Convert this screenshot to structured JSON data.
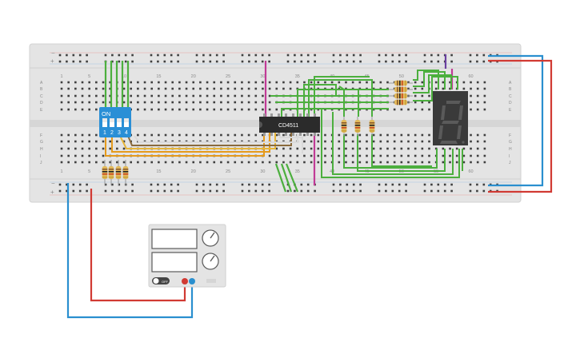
{
  "breadboard": {
    "column_numbers": [
      "1",
      "5",
      "10",
      "15",
      "20",
      "25",
      "30",
      "35",
      "40",
      "45",
      "50",
      "55",
      "60"
    ],
    "row_letters_top": [
      "A",
      "B",
      "C",
      "D",
      "E"
    ],
    "row_letters_bottom": [
      "F",
      "G",
      "H",
      "I",
      "J"
    ],
    "rail_plus": "+",
    "rail_minus": "−"
  },
  "dip_switch": {
    "label": "ON",
    "positions": [
      "1",
      "2",
      "3",
      "4"
    ]
  },
  "ic": {
    "label": "CD4511"
  },
  "seven_segment": {
    "digit": "8"
  },
  "power_supply": {
    "off_label": "OFF"
  },
  "colors": {
    "breadboard": "#e3e3e3",
    "wire_red": "#d13a33",
    "wire_blue": "#2a8fcf",
    "wire_green": "#4caf3e",
    "wire_orange": "#e59a1c",
    "wire_magenta": "#c13a96",
    "wire_purple": "#6a3fa0",
    "wire_brown": "#8a6a3c",
    "dip_blue": "#2a8fd6",
    "ic_body": "#2b2b2b",
    "display_body": "#3a3a3a",
    "segment": "#555555"
  }
}
